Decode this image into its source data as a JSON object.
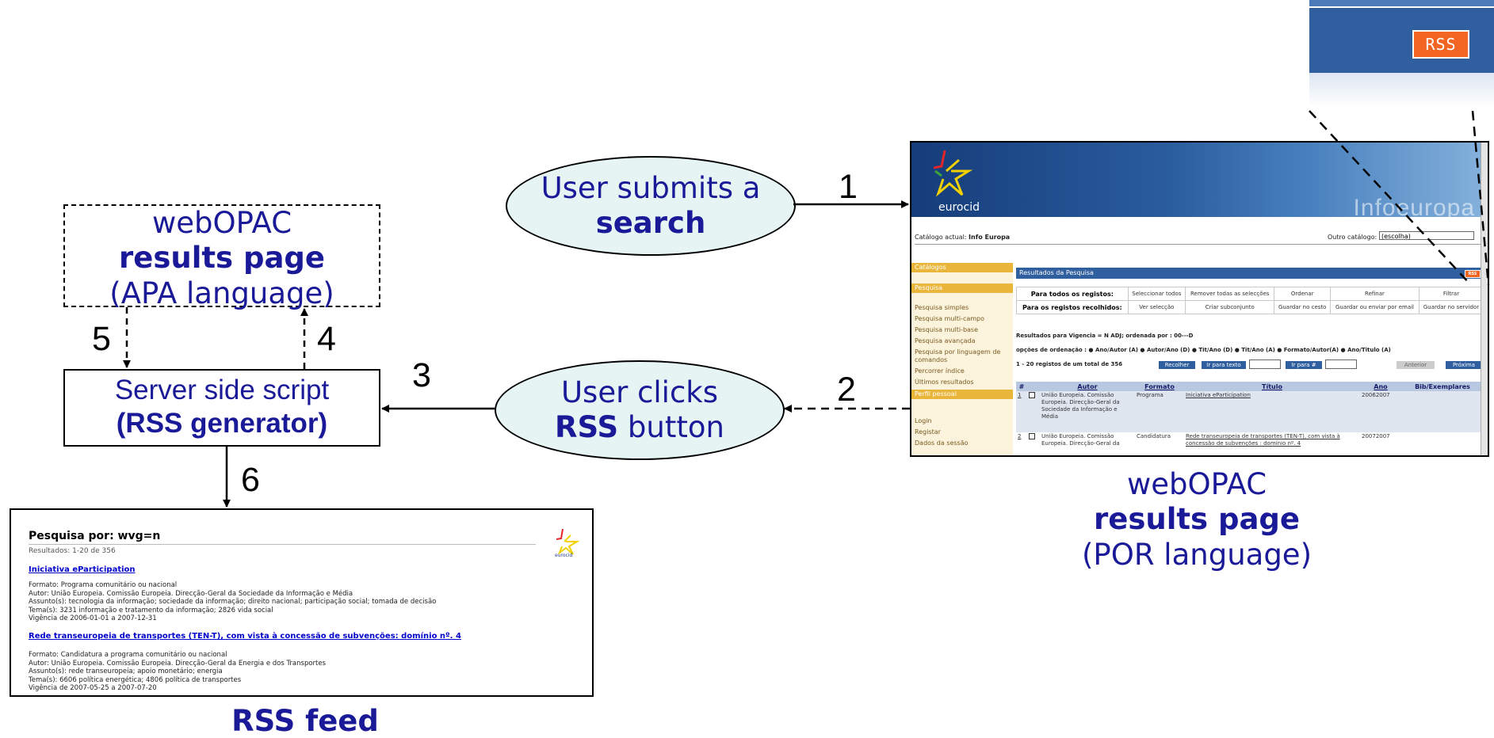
{
  "diagram": {
    "ellipse_search": {
      "line1": "User submits a",
      "line2": "search"
    },
    "ellipse_rss": {
      "line1": "User clicks",
      "line2_bold": "RSS",
      "line2_rest": " button"
    },
    "box_results_apa": {
      "line1": "webOPAC",
      "line2": "results page",
      "line3": "(APA language)"
    },
    "box_server": {
      "line1": "Server side script",
      "line2": "(RSS generator)"
    },
    "caption_por": {
      "line1": "webOPAC",
      "line2": "results page",
      "line3": "(POR language)"
    },
    "caption_feed": "RSS feed",
    "step_numbers": [
      "1",
      "2",
      "3",
      "4",
      "5",
      "6"
    ]
  },
  "zoom": {
    "rss_label": "RSS"
  },
  "opac": {
    "brand": "eurocid",
    "header_watermark": "Infoeuropa",
    "catalog_label": "Catálogo actual:",
    "catalog_value": "Info Europa",
    "other_catalog_label": "Outro catálogo:",
    "other_catalog_value": "(escolha)",
    "sidebar": {
      "catalogos": "Catálogos",
      "pesquisa": "Pesquisa",
      "items": [
        "Pesquisa simples",
        "Pesquisa multi-campo",
        "Pesquisa multi-base",
        "Pesquisa avançada",
        "Pesquisa por linguagem de comandos",
        "Percorrer índice",
        "Últimos resultados"
      ],
      "perfil": "Perfil pessoal",
      "perfil_items": [
        "Login",
        "Registar",
        "Dados da sessão"
      ]
    },
    "results_title": "Resultados da Pesquisa",
    "rss_mini": "RSS",
    "table": {
      "row1": [
        "Para todos os registos:",
        "Seleccionar todos",
        "Remover todas as selecções",
        "Ordenar",
        "Refinar",
        "Filtrar"
      ],
      "row2": [
        "Para os registos recolhidos:",
        "Ver selecção",
        "Criar subconjunto",
        "Guardar no cesto",
        "Guardar ou enviar por email",
        "Guardar no servidor"
      ]
    },
    "results_for": "Resultados para Vigencia = N ADJ; ordenada por : 00---D",
    "sort_options": "opções de ordenação : ● Ano/Autor (A) ● Autor/Ano (D) ● Tit/Ano (D) ● Tit/Ano (A) ● Formato/Autor(A) ● Ano/Titulo (A)",
    "range_text": "1 - 20 registos de um total de 356",
    "buttons": {
      "recolher": "Recolher",
      "ir_texto": "Ir para texto",
      "ir_num": "Ir para #",
      "anterior": "Anterior",
      "proxima": "Próxima"
    },
    "columns": [
      "#",
      "",
      "Autor",
      "Formato",
      "Título",
      "Ano",
      "Bib/Exemplares"
    ],
    "rows": [
      {
        "num": "1",
        "autor": "União Europeia. Comissão Europeia. Direcção-Geral da Sociedade da Informação e Média",
        "formato": "Programa",
        "titulo": "Iniciativa eParticipation",
        "ano": "20062007"
      },
      {
        "num": "2",
        "autor": "União Europeia. Comissão Europeia. Direcção-Geral da",
        "formato": "Candidatura",
        "titulo": "Rede transeuropeia de transportes (TEN-T), com vista à concessão de subvenções : domínio nº. 4",
        "ano": "20072007"
      }
    ]
  },
  "feed": {
    "title": "Pesquisa por: wvg=n",
    "subtitle": "Resultados: 1-20 de 356",
    "brand": "eurocid",
    "items": [
      {
        "link": "Iniciativa eParticipation",
        "lines": [
          "Formato: Programa comunitário ou nacional",
          "Autor: União Europeia. Comissão Europeia. Direcção-Geral da Sociedade da Informação e Média",
          "Assunto(s): tecnologia da informação; sociedade da informação; direito nacional; participação social; tomada de decisão",
          "Tema(s): 3231 informação e tratamento da informação; 2826 vida social",
          "Vigência de 2006-01-01 a 2007-12-31"
        ]
      },
      {
        "link": "Rede transeuropeia de transportes (TEN-T), com vista à concessão de subvenções: domínio nº. 4",
        "lines": [
          "Formato: Candidatura a programa comunitário ou nacional",
          "Autor: União Europeia. Comissão Europeia. Direcção-Geral da Energia e dos Transportes",
          "Assunto(s): rede transeuropeia; apoio monetário; energia",
          "Tema(s): 6606 política energética; 4806 política de transportes",
          "Vigência de 2007-05-25 a 2007-07-20"
        ]
      }
    ]
  }
}
